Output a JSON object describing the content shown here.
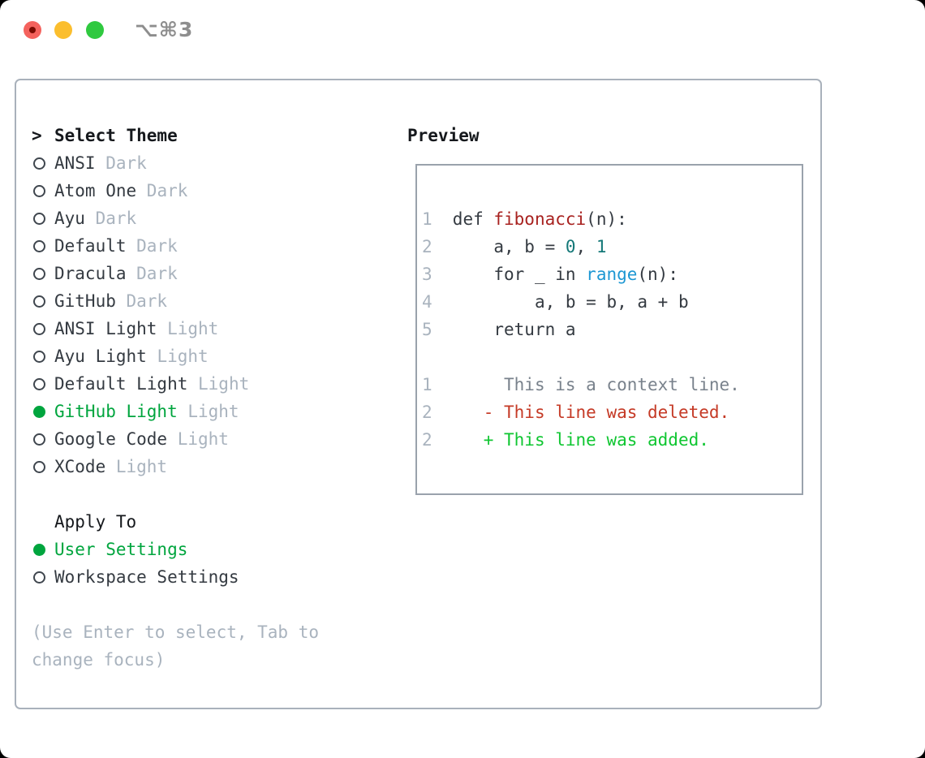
{
  "window": {
    "title": "⌥⌘3",
    "traffic_lights": [
      {
        "name": "close"
      },
      {
        "name": "minimize"
      },
      {
        "name": "zoom"
      }
    ]
  },
  "theme_picker": {
    "prompt": ">",
    "header_label": "Select Theme",
    "items": [
      {
        "name": "ANSI",
        "variant": "Dark",
        "selected": false
      },
      {
        "name": "Atom One",
        "variant": "Dark",
        "selected": false
      },
      {
        "name": "Ayu",
        "variant": "Dark",
        "selected": false
      },
      {
        "name": "Default",
        "variant": "Dark",
        "selected": false
      },
      {
        "name": "Dracula",
        "variant": "Dark",
        "selected": false
      },
      {
        "name": "GitHub",
        "variant": "Dark",
        "selected": false
      },
      {
        "name": "ANSI Light",
        "variant": "Light",
        "selected": false
      },
      {
        "name": "Ayu Light",
        "variant": "Light",
        "selected": false
      },
      {
        "name": "Default Light",
        "variant": "Light",
        "selected": false
      },
      {
        "name": "GitHub Light",
        "variant": "Light",
        "selected": true
      },
      {
        "name": "Google Code",
        "variant": "Light",
        "selected": false
      },
      {
        "name": "XCode",
        "variant": "Light",
        "selected": false
      }
    ],
    "apply_to": {
      "label": "Apply To",
      "options": [
        {
          "label": "User Settings",
          "selected": true
        },
        {
          "label": "Workspace Settings",
          "selected": false
        }
      ]
    },
    "hint_lines": [
      "(Use Enter to select, Tab to",
      "change focus)"
    ]
  },
  "preview": {
    "label": "Preview",
    "code_lines": [
      {
        "num": "1",
        "segments": [
          {
            "text": "def ",
            "color": "fg"
          },
          {
            "text": "fibonacci",
            "color": "func_red"
          },
          {
            "text": "(n):",
            "color": "fg"
          }
        ]
      },
      {
        "num": "2",
        "segments": [
          {
            "text": "    a, b = ",
            "color": "fg"
          },
          {
            "text": "0",
            "color": "number"
          },
          {
            "text": ", ",
            "color": "fg"
          },
          {
            "text": "1",
            "color": "number"
          }
        ]
      },
      {
        "num": "3",
        "segments": [
          {
            "text": "    for _ in ",
            "color": "fg"
          },
          {
            "text": "range",
            "color": "call_blue"
          },
          {
            "text": "(n):",
            "color": "fg"
          }
        ]
      },
      {
        "num": "4",
        "segments": [
          {
            "text": "        a, b = b, a + b",
            "color": "fg"
          }
        ]
      },
      {
        "num": "5",
        "segments": [
          {
            "text": "    return a",
            "color": "fg"
          }
        ]
      },
      {
        "num": "",
        "segments": []
      },
      {
        "num": "1",
        "segments": [
          {
            "text": "     This is a context line.",
            "color": "context"
          }
        ]
      },
      {
        "num": "2",
        "segments": [
          {
            "text": "   - This line was deleted.",
            "color": "deleted"
          }
        ]
      },
      {
        "num": "2",
        "segments": [
          {
            "text": "   + This line was added.",
            "color": "added"
          }
        ]
      }
    ]
  },
  "colors": {
    "fg": "#343a41",
    "header_black": "#15181c",
    "muted": "#a9b3be",
    "selection_green": "#00a53e",
    "func_red": "#a82220",
    "number": "#147878",
    "call_blue": "#1d97d3",
    "context": "#79828c",
    "deleted": "#c53a26",
    "added": "#0fc631",
    "radio_ring": "#3f464e",
    "panel_border": "#a9b1bb",
    "codebox_border": "#9aa2ac",
    "traffic_red": "#f4625d",
    "traffic_red_dot": "#7a0b02",
    "traffic_yellow": "#fbbe2e",
    "traffic_green": "#2fc93f",
    "title_gray": "#8e8e8e"
  }
}
